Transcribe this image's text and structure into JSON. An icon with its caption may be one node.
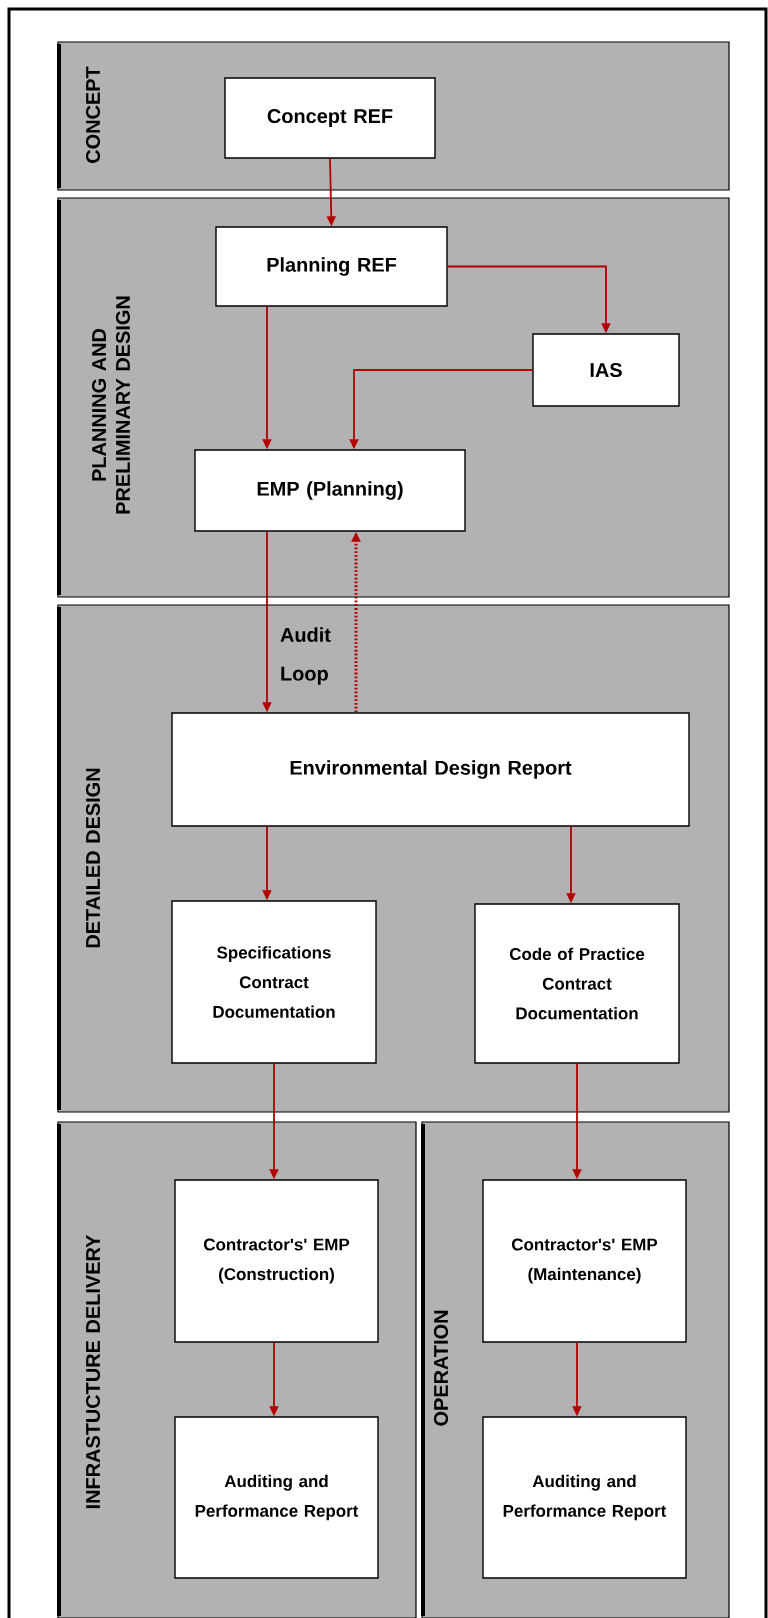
{
  "diagram": {
    "nodes": [
      {
        "text": [
          "CONCEPT"
        ]
      },
      {
        "text": [
          "Concept REF"
        ],
        "in": 0
      },
      {
        "text": [
          "PLANNING AND PRELIMINARY DESIGN"
        ]
      },
      {
        "text": [
          "Planning REF"
        ],
        "in": 2
      },
      {
        "text": [
          "IAS"
        ],
        "in": 2
      },
      {
        "text": [
          "EMP (Planning)"
        ],
        "in": 2
      },
      {
        "text": [
          "DETAILED DESIGN"
        ]
      },
      {
        "text": [
          "Environmental  Design Report"
        ],
        "in": 6
      },
      {
        "text": [
          "Specifications Contract Documentation"
        ],
        "in": 6
      },
      {
        "text": [
          "Code of Practice Contract Documentation"
        ],
        "in": 6
      },
      {
        "text": [
          "INFRASTUCTURE DELIVERY"
        ]
      },
      {
        "text": [
          "Contractor's' EMP (Construction)"
        ],
        "in": 10
      },
      {
        "text": [
          "Auditing and Performance Report"
        ],
        "in": 10
      },
      {
        "text": [
          "OPERATION"
        ]
      },
      {
        "text": [
          "Contractor's' EMP (Maintenance)"
        ],
        "in": 13
      },
      {
        "text": [
          "Auditing and Performance Report"
        ],
        "in": 13
      }
    ],
    "edges": [
      {
        "from": 1,
        "to": 3,
        "arrow": "to"
      },
      {
        "from": 3,
        "to": 4,
        "arrow": "to"
      },
      {
        "from": 3,
        "to": 5,
        "arrow": "to"
      },
      {
        "from": 4,
        "to": 5,
        "arrow": "to"
      },
      {
        "from": 5,
        "to": 7,
        "arrow": "to"
      },
      {
        "from": 7,
        "to": 5,
        "arrow": "to",
        "style": "dashed",
        "label": "Audit Loop"
      },
      {
        "from": 7,
        "to": 8,
        "arrow": "to"
      },
      {
        "from": 7,
        "to": 9,
        "arrow": "to"
      },
      {
        "from": 8,
        "to": 11,
        "arrow": "to"
      },
      {
        "from": 9,
        "to": 14,
        "arrow": "to"
      },
      {
        "from": 11,
        "to": 12,
        "arrow": "to"
      },
      {
        "from": 14,
        "to": 15,
        "arrow": "to"
      }
    ]
  }
}
